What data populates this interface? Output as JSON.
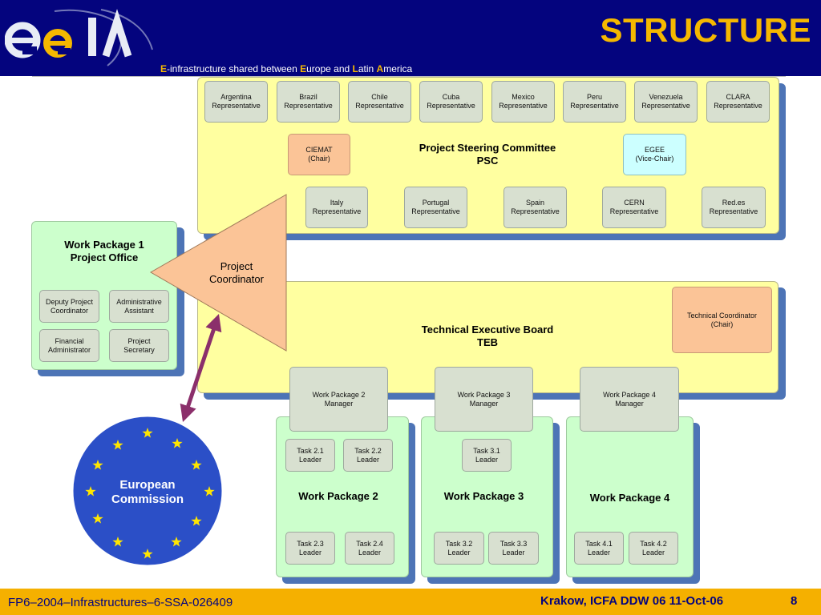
{
  "header": {
    "title": "STRUCTURE",
    "tagline": {
      "e1": "E",
      "t1": "-infrastructure shared between ",
      "e2": "E",
      "t2": "urope and ",
      "e3": "L",
      "t3": "atin ",
      "e4": "A",
      "t4": "merica"
    }
  },
  "psc": {
    "title": "Project Steering Committee\nPSC",
    "top_reps": [
      "Argentina\nRepresentative",
      "Brazil\nRepresentative",
      "Chile\nRepresentative",
      "Cuba\nRepresentative",
      "Mexico\nRepresentative",
      "Peru\nRepresentative",
      "Venezuela\nRepresentative",
      "CLARA\nRepresentative"
    ],
    "chair": "CIEMAT\n(Chair)",
    "vice_chair": "EGEE\n(Vice-Chair)",
    "bottom_reps": [
      "Italy\nRepresentative",
      "Portugal\nRepresentative",
      "Spain\nRepresentative",
      "CERN\nRepresentative",
      "Red.es\nRepresentative"
    ]
  },
  "wp1": {
    "title": "Work Package 1\nProject Office",
    "roles": [
      "Deputy Project\nCoordinator",
      "Administrative\nAssistant",
      "Financial\nAdministrator",
      "Project\nSecretary"
    ]
  },
  "coordinator": "Project\nCoordinator",
  "teb": {
    "title": "Technical Executive Board\nTEB",
    "chair": "Technical Coordinator\n(Chair)"
  },
  "managers": [
    "Work Package 2\nManager",
    "Work Package 3\nManager",
    "Work Package 4\nManager"
  ],
  "wp2": {
    "title": "Work Package 2",
    "tasks": [
      "Task 2.1\nLeader",
      "Task 2.2\nLeader",
      "Task 2.3\nLeader",
      "Task 2.4\nLeader"
    ]
  },
  "wp3": {
    "title": "Work Package 3",
    "tasks": [
      "Task 3.1\nLeader",
      "Task 3.2\nLeader",
      "Task 3.3\nLeader"
    ]
  },
  "wp4": {
    "title": "Work Package 4",
    "tasks": [
      "Task 4.1\nLeader",
      "Task 4.2\nLeader"
    ]
  },
  "ec": {
    "label": "European\nCommission"
  },
  "footer": {
    "left": "FP6–2004–Infrastructures–6-SSA-026409",
    "event": "Krakow, ICFA DDW 06 11-Oct-06",
    "page": "8"
  },
  "colors": {
    "navy": "#04047e",
    "gold": "#f5b000",
    "yellow_panel": "#ffffa0",
    "green_panel": "#ccffcc",
    "shadow": "#4d74b6",
    "coordinator": "#fbc497",
    "arrow": "#8b2f6b",
    "ec_blue": "#2b4fc7",
    "star": "#ffe600"
  }
}
